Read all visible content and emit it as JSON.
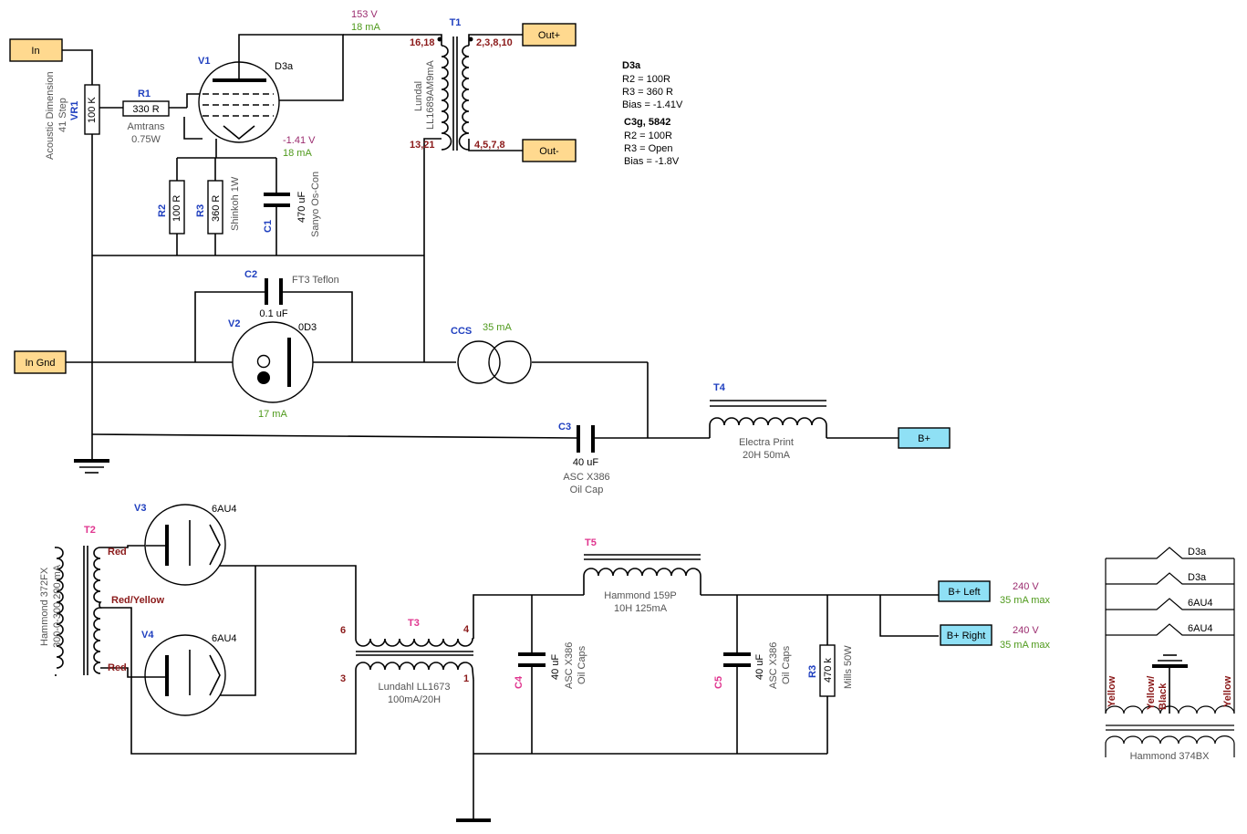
{
  "connectors": {
    "in": "In",
    "in_gnd": "In Gnd",
    "out_plus": "Out+",
    "out_minus": "Out-",
    "b_plus": "B+",
    "b_plus_left": "B+ Left",
    "b_plus_right": "B+ Right"
  },
  "vr1": {
    "ref": "VR1",
    "value": "100 K",
    "desc1": "Acoustic Dimension",
    "desc2": "41 Step"
  },
  "r1": {
    "ref": "R1",
    "value": "330 R",
    "desc1": "Amtrans",
    "desc2": "0.75W"
  },
  "v1": {
    "ref": "V1",
    "type": "D3a",
    "cathode_v": "-1.41 V",
    "cathode_i": "18 mA"
  },
  "anode": {
    "voltage": "153 V",
    "current": "18 mA"
  },
  "r2": {
    "ref": "R2",
    "value": "100 R"
  },
  "r3": {
    "ref": "R3",
    "value": "360 R",
    "desc": "Shinkoh 1W"
  },
  "c1": {
    "ref": "C1",
    "value": "470 uF",
    "desc": "Sanyo Os-Con"
  },
  "t1": {
    "ref": "T1",
    "model": "Lundal",
    "model2": "LL1689AM9mA",
    "pin_pri_top": "16,18",
    "pin_pri_bot": "13,21",
    "pin_sec_top": "2,3,8,10",
    "pin_sec_bot": "4,5,7,8"
  },
  "notes": {
    "d3a_title": "D3a",
    "d3a_lines": [
      "R2 = 100R",
      "R3 = 360 R",
      "Bias = -1.41V"
    ],
    "c3g_title": "C3g, 5842",
    "c3g_lines": [
      "R2 = 100R",
      "R3 = Open",
      "Bias = -1.8V"
    ]
  },
  "c2": {
    "ref": "C2",
    "value": "0.1 uF",
    "desc": "FT3 Teflon"
  },
  "v2": {
    "ref": "V2",
    "type": "0D3",
    "current": "17 mA"
  },
  "ccs": {
    "ref": "CCS",
    "current": "35 mA"
  },
  "c3": {
    "ref": "C3",
    "value": "40 uF",
    "desc1": "ASC X386",
    "desc2": "Oil Cap"
  },
  "t4": {
    "ref": "T4",
    "desc1": "Electra Print",
    "desc2": "20H 50mA"
  },
  "t2": {
    "ref": "T2",
    "desc1": "Hammond 372FX",
    "desc2": "300-0-300 200 mA",
    "tap1": "Red",
    "tap2": "Red/Yellow",
    "tap3": "Red"
  },
  "v3": {
    "ref": "V3",
    "type": "6AU4"
  },
  "v4": {
    "ref": "V4",
    "type": "6AU4"
  },
  "t3": {
    "ref": "T3",
    "desc1": "Lundahl LL1673",
    "desc2": "100mA/20H",
    "pin6": "6",
    "pin3": "3",
    "pin4": "4",
    "pin1": "1"
  },
  "t5": {
    "ref": "T5",
    "desc1": "Hammond 159P",
    "desc2": "10H 125mA"
  },
  "c4": {
    "ref": "C4",
    "value": "40 uF",
    "desc1": "ASC X386",
    "desc2": "Oil Caps"
  },
  "c5": {
    "ref": "C5",
    "value": "40 uF",
    "desc1": "ASC X386",
    "desc2": "Oil Caps"
  },
  "r3b": {
    "ref": "R3",
    "value": "470 k",
    "desc": "Mills 50W"
  },
  "out_left": {
    "voltage": "240 V",
    "current": "35 mA max"
  },
  "out_right": {
    "voltage": "240 V",
    "current": "35 mA max"
  },
  "heater": {
    "lines": [
      "D3a",
      "D3a",
      "6AU4",
      "6AU4"
    ],
    "tap_left": "Yellow",
    "tap_mid1": "Yellow/",
    "tap_mid2": "Black",
    "tap_right": "Yellow",
    "transformer": "Hammond 374BX"
  }
}
